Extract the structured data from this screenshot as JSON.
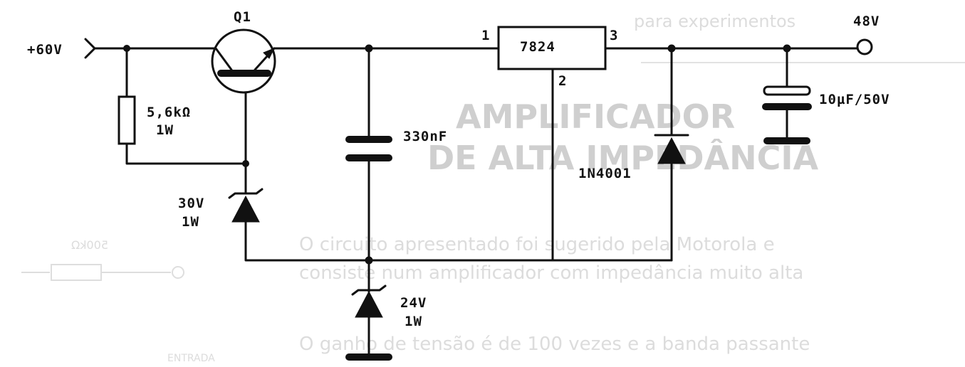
{
  "labels": {
    "input": "+60V",
    "transistor": "Q1",
    "resistor_value": "5,6kΩ",
    "resistor_power": "1W",
    "zener1_voltage": "30V",
    "zener1_power": "1W",
    "capacitor1": "330nF",
    "regulator": "7824",
    "pin1": "1",
    "pin2": "2",
    "pin3": "3",
    "diode": "1N4001",
    "zener2_voltage": "24V",
    "zener2_power": "1W",
    "capacitor2": "10µF/50V",
    "output": "48V"
  },
  "bleed_through": {
    "heading_line1": "AMPLIFICADOR",
    "heading_line2": "DE ALTA IMPEDÂNCIA",
    "body_line1": "O circuito apresentado foi sugerido pela Motorola e",
    "body_line2": "consiste num amplificador com impedância muito alta",
    "body_line4": "O ganho de tensão é de 100 vezes e a banda passante",
    "top_line": "para experimentos",
    "mirror_resistor": "500kΩ",
    "mirror_label": "ENTRADA"
  }
}
